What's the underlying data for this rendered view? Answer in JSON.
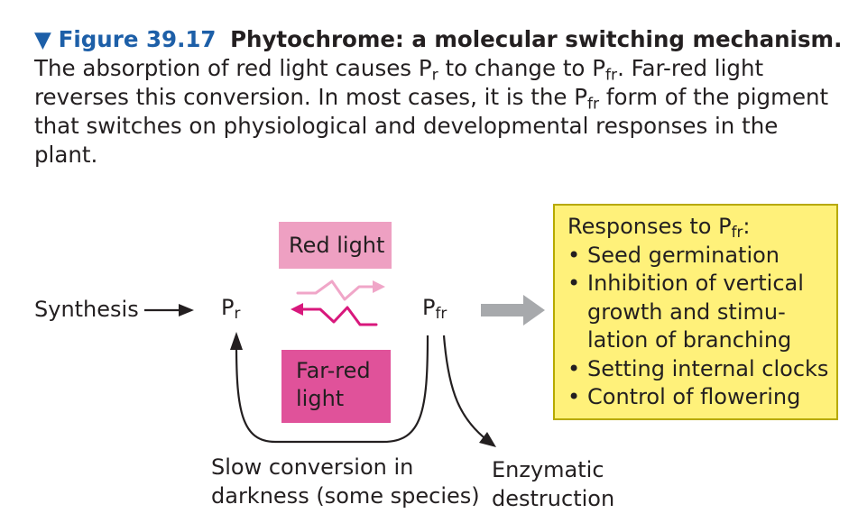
{
  "caption": {
    "marker": "▼",
    "figure_number": "Figure 39.17",
    "title": "Phytochrome: a molecular switching mechanism.",
    "body_1": " The absorption of red light causes P",
    "body_1_sub": "r",
    "body_2": " to change to P",
    "body_2_sub": "fr",
    "body_3": ". Far-red light reverses this conversion. In most cases, it is the P",
    "body_3_sub": "fr",
    "body_4": " form of the pigment that switches on physiological and developmental responses in the plant."
  },
  "diagram": {
    "synthesis_label": "Synthesis",
    "pr_label": {
      "main": "P",
      "sub": "r"
    },
    "pfr_label": {
      "main": "P",
      "sub": "fr"
    },
    "red_light_label": "Red light",
    "far_red_light_label_line1": "Far-red",
    "far_red_light_label_line2": "light",
    "slow_conversion_line1": "Slow conversion in",
    "slow_conversion_line2": "darkness (some species)",
    "enzymatic_line1": "Enzymatic",
    "enzymatic_line2": "destruction",
    "responses": {
      "heading_main": "Responses to P",
      "heading_sub": "fr",
      "heading_tail": ":",
      "items": [
        "Seed germination",
        "Inhibition of vertical",
        "growth and stimu-",
        "lation of branching",
        "Setting internal clocks",
        "Control of flowering"
      ]
    }
  },
  "colors": {
    "figure_number": "#1d5fa8",
    "red_light_box": "#eea0c2",
    "far_red_light_box": "#e0529a",
    "red_light_arrow": "#f0a6c8",
    "far_red_light_arrow": "#d8187c",
    "big_arrow": "#a7a9ac",
    "responses_box": "#fff17a"
  }
}
